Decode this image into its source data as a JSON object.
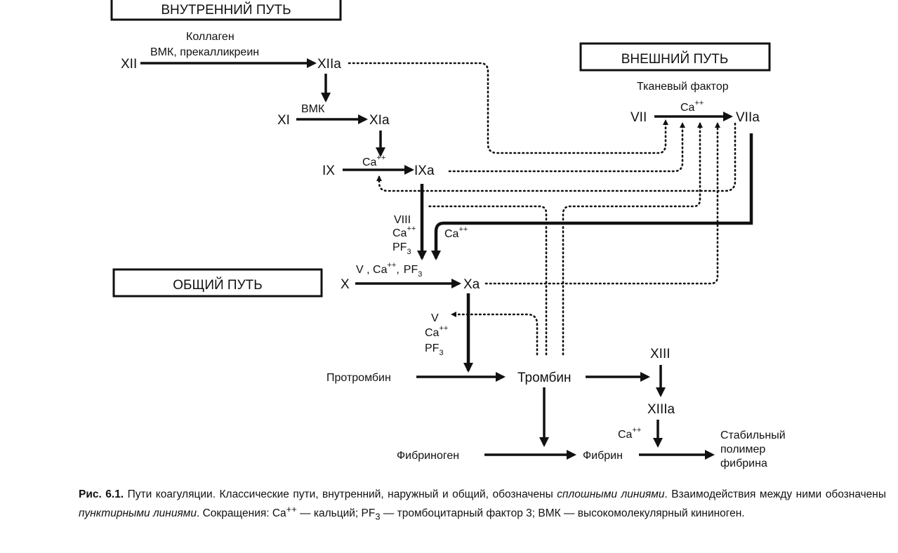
{
  "boxes": {
    "intrinsic": "ВНУТРЕННИЙ ПУТЬ",
    "extrinsic": "ВНЕШНИЙ ПУТЬ",
    "common": "ОБЩИЙ ПУТЬ"
  },
  "nodes": {
    "XII": "XII",
    "XIIa": "XIIa",
    "XI": "XI",
    "XIa": "XIa",
    "IX": "IX",
    "IXa": "IXa",
    "VII": "VII",
    "VIIa": "VIIa",
    "X": "X",
    "Xa": "Xa",
    "prothrombin": "Протромбин",
    "thrombin": "Тромбин",
    "fibrinogen": "Фибриноген",
    "fibrin": "Фибрин",
    "XIII": "XIII",
    "XIIIa": "XIIIa",
    "stable_1": "Стабильный",
    "stable_2": "полимер",
    "stable_3": "фибрина"
  },
  "labels": {
    "collagen": "Коллаген",
    "vmk_prekallikrein": "ВМК, прекалликреин",
    "vmk": "ВМК",
    "ca": "Ca",
    "plusplus": "++",
    "tissue_factor": "Тканевый фактор",
    "viii": "VIII",
    "pf": "PF",
    "sub3": "3",
    "v": "V",
    "v_ca_prefix": "V , Ca",
    "comma": ","
  },
  "caption": {
    "fig": "Рис. 6.1.",
    "t1": " Пути коагуляции. Классические пути, внутренний, наружный и общий, обозначены ",
    "i1": "сплошными линиями",
    "t2": ". Взаимодействия между ними обозначены ",
    "i2": "пунктирными линиями",
    "t3": ". Сокращения: Ca",
    "sup": "++",
    "t4": " — кальций; PF",
    "sub": "3",
    "t5": " — тромбоцитарный фактор 3; ВМК — высокомолекулярный кининоген."
  }
}
